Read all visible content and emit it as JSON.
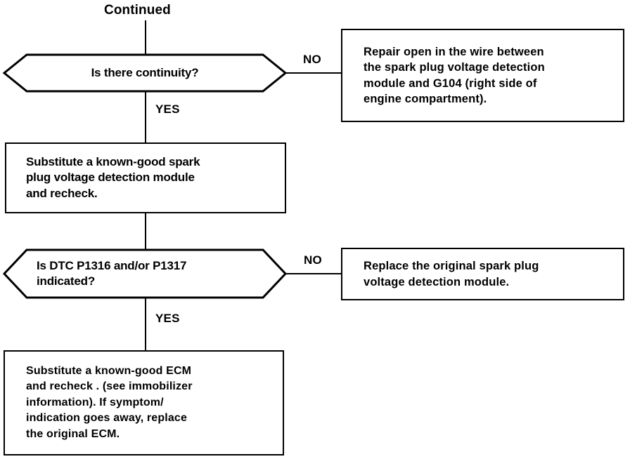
{
  "diagram": {
    "title": "Continued",
    "type": "troubleshooting-flowchart",
    "nodes": {
      "decision_1": {
        "shape": "hexagon",
        "text": "Is there continuity?"
      },
      "process_repair_open": {
        "shape": "rectangle",
        "text": "Repair open in the wire between\nthe spark plug voltage detection\nmodule and G104 (right side of\nengine compartment)."
      },
      "process_substitute_module": {
        "shape": "rectangle",
        "text": "Substitute a known-good spark\nplug voltage detection module\nand recheck."
      },
      "decision_2": {
        "shape": "hexagon",
        "text": "Is DTC P1316 and/or P1317\nindicated?"
      },
      "process_replace_module": {
        "shape": "rectangle",
        "text": "Replace the original spark plug\nvoltage detection module."
      },
      "process_substitute_ecm": {
        "shape": "rectangle",
        "text": "Substitute a known-good ECM\nand recheck . (see  immobilizer\ninformation). If  symptom/\n indication goes away, replace\nthe original ECM."
      }
    },
    "edges": {
      "decision_1_no": "NO",
      "decision_1_yes": "YES",
      "decision_2_no": "NO",
      "decision_2_yes": "YES"
    },
    "colors": {
      "stroke": "#000000",
      "background": "#ffffff",
      "text": "#000000"
    }
  }
}
